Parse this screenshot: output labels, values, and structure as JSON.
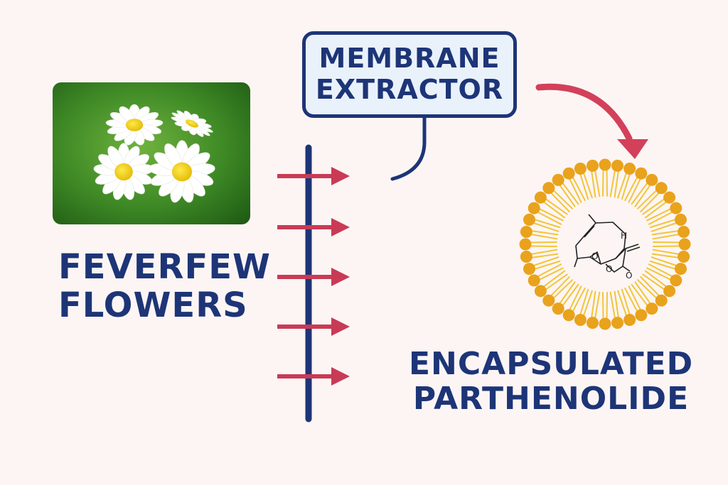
{
  "source_label": [
    "FEVERFEW",
    "FLOWERS"
  ],
  "process_label": [
    "MEMBRANE",
    "EXTRACTOR"
  ],
  "product_label": [
    "ENCAPSULATED",
    "PARTHENOLIDE"
  ],
  "molecule_atoms": [
    "H",
    "O",
    "O",
    "O"
  ],
  "colors": {
    "navy": "#1d3577",
    "arrow_red": "#c93a55",
    "curve_red": "#d3405a",
    "lipid_head": "#e9a21c",
    "lipid_tail": "#f2c53a",
    "box_fill": "#e9f1fb",
    "background": "#fcf5f4"
  }
}
